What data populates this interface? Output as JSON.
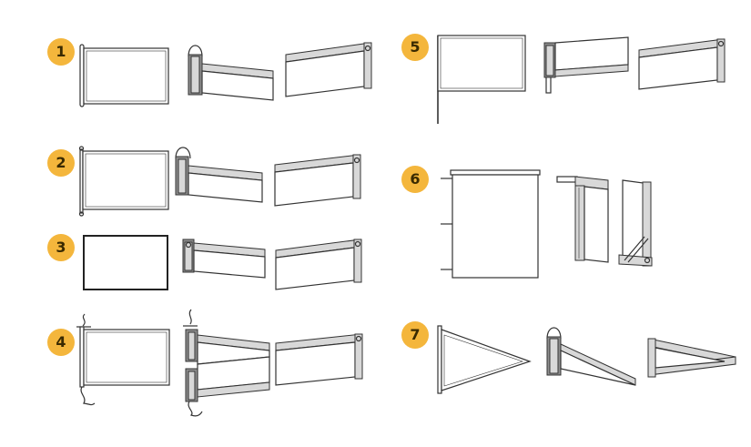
{
  "colors": {
    "badge_fill": "#f4b63c",
    "badge_text": "#3a2a00",
    "outline": "#333333",
    "hem_light": "#d8d8d8",
    "hem_dark": "#8f8f8f"
  },
  "variants": [
    {
      "number": "1",
      "label_icon": "flag-with-pole-icon"
    },
    {
      "number": "2",
      "label_icon": "flag-with-side-sleeve-icon"
    },
    {
      "number": "3",
      "label_icon": "flag-with-grommets-icon"
    },
    {
      "number": "4",
      "label_icon": "flag-with-rope-icon"
    },
    {
      "number": "5",
      "label_icon": "flag-on-mast-icon"
    },
    {
      "number": "6",
      "label_icon": "banner-with-rod-icon"
    },
    {
      "number": "7",
      "label_icon": "pennant-icon"
    }
  ]
}
